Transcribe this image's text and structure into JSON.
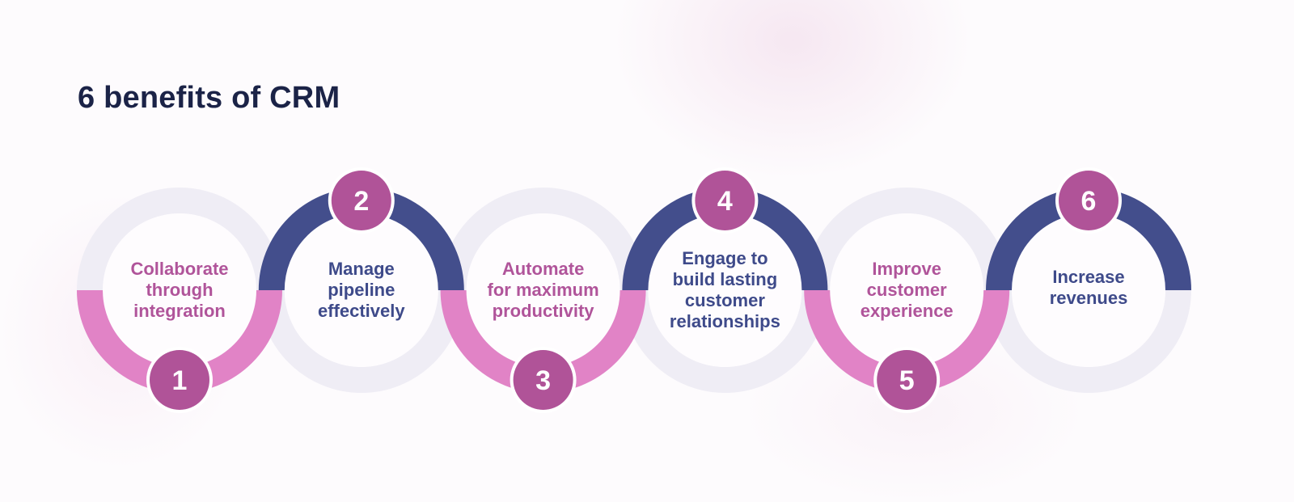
{
  "title": "6 benefits of CRM",
  "colors": {
    "ring_track": "#efedf5",
    "pink_arc": "#e183c6",
    "navy_arc": "#434e8c",
    "badge": "#b05398",
    "badge_border": "#ffffff",
    "pink_text": "#b0549a",
    "navy_text": "#3e4a8a",
    "title_text": "#1b2347"
  },
  "steps": [
    {
      "number": "1",
      "lines": [
        "Collaborate",
        "through",
        "integration"
      ],
      "style": "pink",
      "badge_position": "bottom"
    },
    {
      "number": "2",
      "lines": [
        "Manage",
        "pipeline",
        "effectively"
      ],
      "style": "navy",
      "badge_position": "top"
    },
    {
      "number": "3",
      "lines": [
        "Automate",
        "for maximum",
        "productivity"
      ],
      "style": "pink",
      "badge_position": "bottom"
    },
    {
      "number": "4",
      "lines": [
        "Engage to",
        "build lasting",
        "customer",
        "relationships"
      ],
      "style": "navy",
      "badge_position": "top"
    },
    {
      "number": "5",
      "lines": [
        "Improve",
        "customer",
        "experience"
      ],
      "style": "pink",
      "badge_position": "bottom"
    },
    {
      "number": "6",
      "lines": [
        "Increase",
        "revenues"
      ],
      "style": "navy",
      "badge_position": "top"
    }
  ]
}
